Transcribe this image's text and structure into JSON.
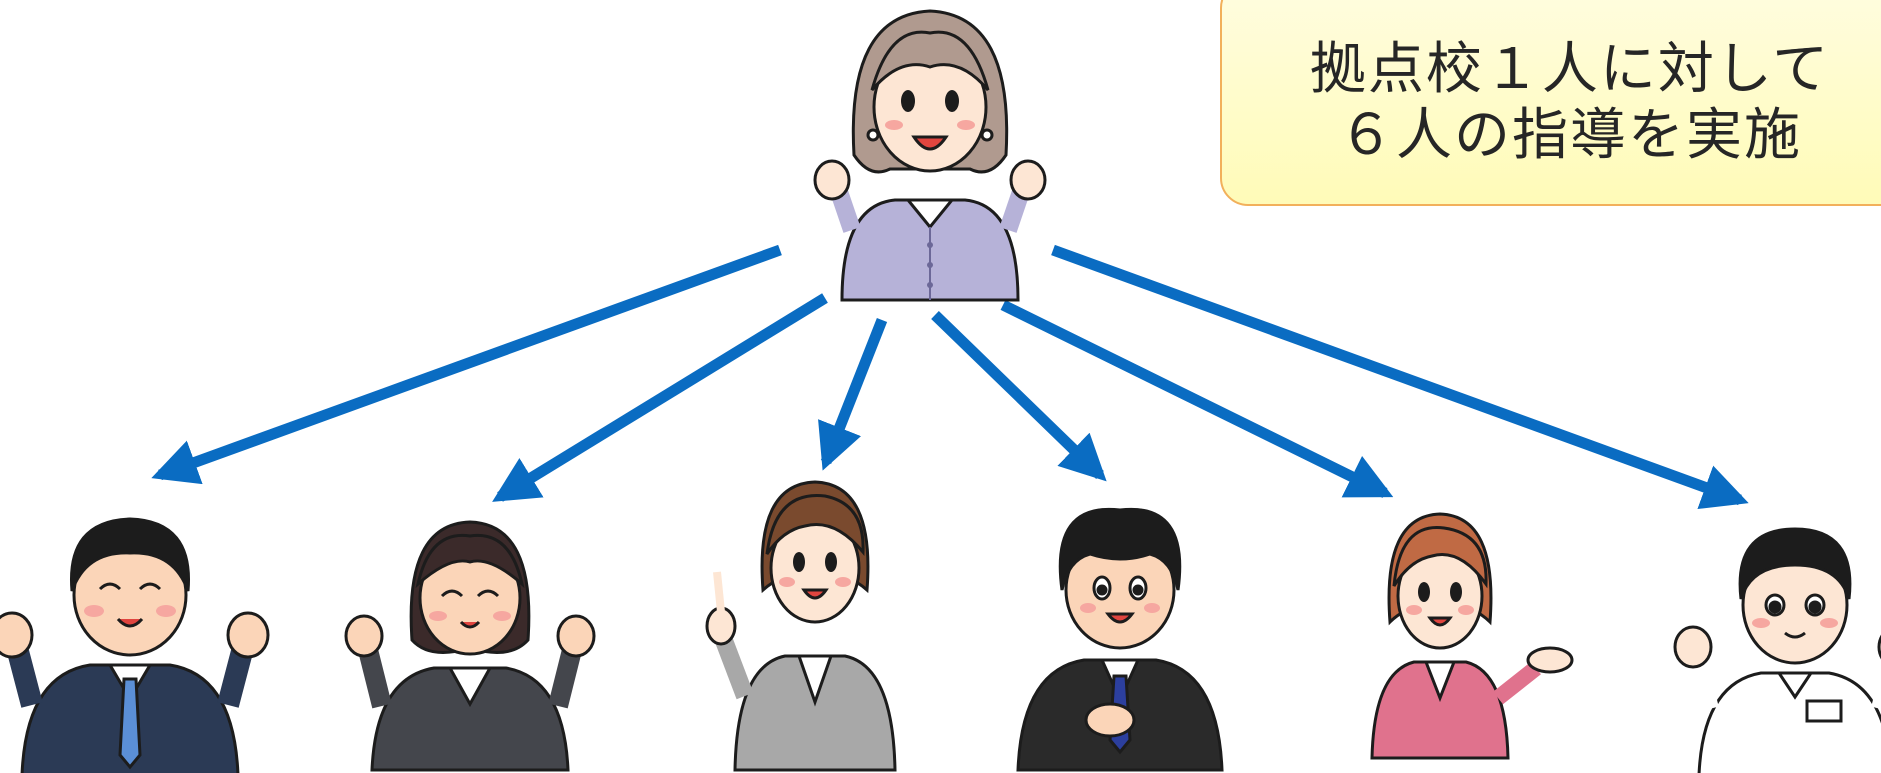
{
  "callout": {
    "line1": "拠点校１人に対して",
    "line2": "６人の指導を実施"
  },
  "colors": {
    "arrow": "#0a6cc2",
    "callout_fill": "#fffbb8",
    "callout_border": "#f2b05b"
  },
  "figures": {
    "mentor": {
      "role": "mentor-teacher",
      "icon": "elderly-woman-cheering"
    },
    "mentees": [
      {
        "role": "mentee-1",
        "icon": "man-in-suit-cheering"
      },
      {
        "role": "mentee-2",
        "icon": "woman-in-suit-cheering"
      },
      {
        "role": "mentee-3",
        "icon": "woman-in-grey-suit-pointing"
      },
      {
        "role": "mentee-4",
        "icon": "man-in-black-suit"
      },
      {
        "role": "mentee-5",
        "icon": "woman-in-pink-suit-presenting"
      },
      {
        "role": "mentee-6",
        "icon": "man-in-polo-shirt-cheering"
      }
    ]
  }
}
